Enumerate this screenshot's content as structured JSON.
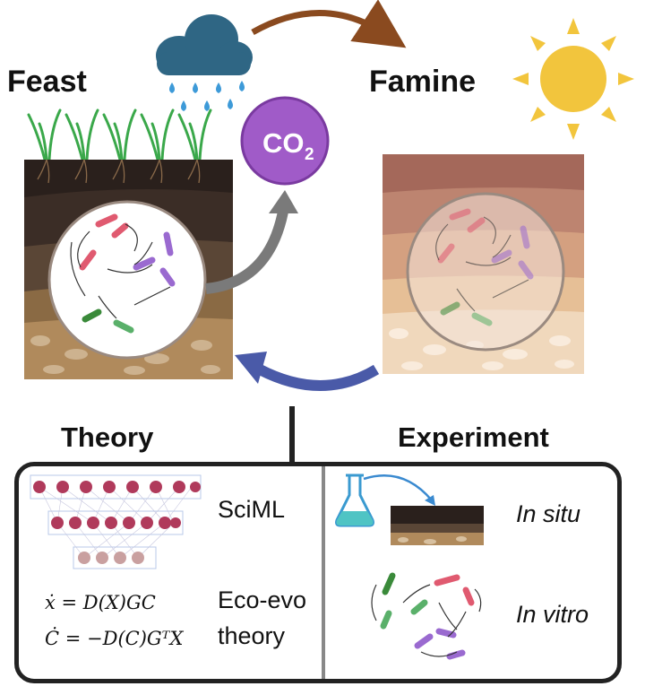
{
  "top": {
    "feast_label": "Feast",
    "famine_label": "Famine",
    "co2_main": "CO",
    "co2_sub": "2"
  },
  "bottom": {
    "theory_heading": "Theory",
    "experiment_heading": "Experiment",
    "sciml_label": "SciML",
    "ecoevo_line1": "Eco-evo",
    "ecoevo_line2": "theory",
    "equation1": "ẋ = D(X)GC",
    "equation2": "Ċ = −D(C)GᵀX",
    "in_situ_label": "In situ",
    "in_vitro_label": "In vitro"
  },
  "colors": {
    "cloud": "#2f6684",
    "rain": "#3d9ad8",
    "sun": "#f2c53d",
    "brown_arrow": "#8a4a1f",
    "blue_arrow": "#4a5aa8",
    "gray_arrow": "#7a7a7a",
    "co2_bubble": "#a05bc8",
    "neuron_red": "#b03a5b",
    "neuron_pale": "#c9a0a0",
    "flask_liquid": "#4fc4c4"
  },
  "icons": [
    "rain-cloud-icon",
    "sun-icon",
    "co2-bubble-icon",
    "flask-icon",
    "neural-network-icon",
    "bacteria-icon"
  ]
}
